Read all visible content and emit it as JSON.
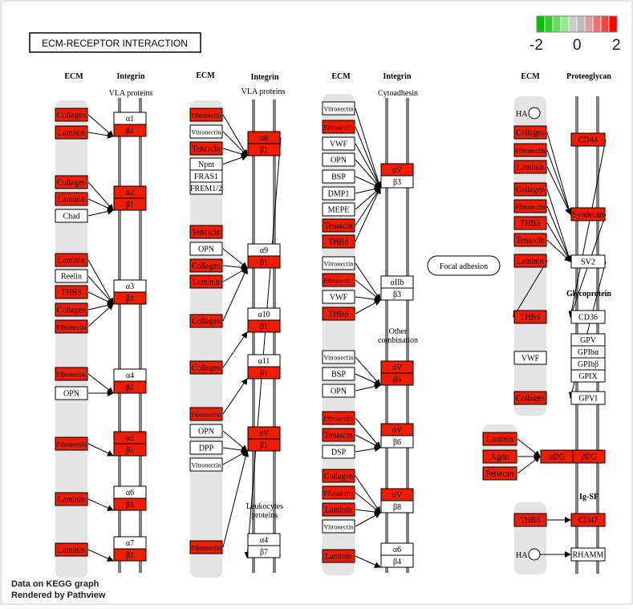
{
  "title": "ECM-RECEPTOR INTERACTION",
  "legend": {
    "labels": [
      "-2",
      "0",
      "2"
    ],
    "colors": [
      "#00c000",
      "#33cc33",
      "#66d966",
      "#99e599",
      "#cccccc",
      "#bdbdbd",
      "#d9a0a0",
      "#e67373",
      "#f24646",
      "#ff0000"
    ]
  },
  "headers": {
    "ecm": "ECM",
    "integrin": "Integrin",
    "proteoglycan": "Proteoglycan",
    "glycoprotein": "Glycoprotein",
    "igsf": "Ig-SF"
  },
  "subheaders": {
    "vla": "VLA proteins",
    "cytoadhesin": "Cytoadhesin",
    "other1": "Other",
    "other2": "combination",
    "leuko1": "Leukocytes",
    "leuko2": "proteins"
  },
  "focal": "Focal adhesion",
  "footer": {
    "line1": "Data on KEGG graph",
    "line2": "Rendered by Pathview"
  },
  "colors": {
    "red": "#ee1c00",
    "white": "#ffffff",
    "band": "#e4e4e4",
    "rail": "#808080"
  },
  "nodes": [
    "Collagen",
    "Laminin",
    "Collagen",
    "Laminin",
    "Chad",
    "Laminin",
    "Reelin",
    "THBS",
    "Collagen",
    "Fibronectin",
    "Fibronectin",
    "OPN",
    "Fibronectin",
    "Laminin",
    "Laminin",
    "α1",
    "β1",
    "α2",
    "β1",
    "α3",
    "β1",
    "α4",
    "β1",
    "α5",
    "β1",
    "α6",
    "β1",
    "α7",
    "β1",
    "Fibronectin",
    "Vitronectin",
    "Tenascin",
    "Npnt",
    "FRAS1",
    "FREM1/2",
    "Tenascin",
    "OPN",
    "Collagen",
    "Laminin",
    "Collagen",
    "Collagen",
    "Fibronectin",
    "OPN",
    "DPP",
    "Vitronectin",
    "Fibronectin",
    "α8",
    "β1",
    "α9",
    "β1",
    "α10",
    "β1",
    "α11",
    "β1",
    "αV",
    "β1",
    "α4",
    "β7",
    "Vitronectin",
    "Fibronectin",
    "VWF",
    "OPN",
    "BSP",
    "DMP1",
    "MEPE",
    "Tenascin",
    "THBS",
    "Vitronectin",
    "Fibronectin",
    "VWF",
    "THBS",
    "Vitronectin",
    "BSP",
    "OPN",
    "Fibronectin",
    "Tenascin",
    "DSP",
    "Collagen",
    "Fibronectin",
    "Laminin",
    "Vitronectin",
    "Laminin",
    "αV",
    "β3",
    "αIIb",
    "β3",
    "αV",
    "β5",
    "αV",
    "β6",
    "αV",
    "β8",
    "α6",
    "β4",
    "HA",
    "Collagen",
    "Fibronectin",
    "Laminin",
    "Collagen",
    "Fibronectin",
    "THBS",
    "Tenascin",
    "Laminin",
    "CD44",
    "Syndecan",
    "SV2",
    "THBS",
    "VWF",
    "Collagen",
    "CD36",
    "GPV",
    "GPIbα",
    "GPIbβ",
    "GPIX",
    "GPVI",
    "Laminin",
    "Agrin",
    "Perlecan",
    "αDG",
    "βDG",
    "THBS",
    "CD47",
    "HA",
    "RHAMM"
  ]
}
